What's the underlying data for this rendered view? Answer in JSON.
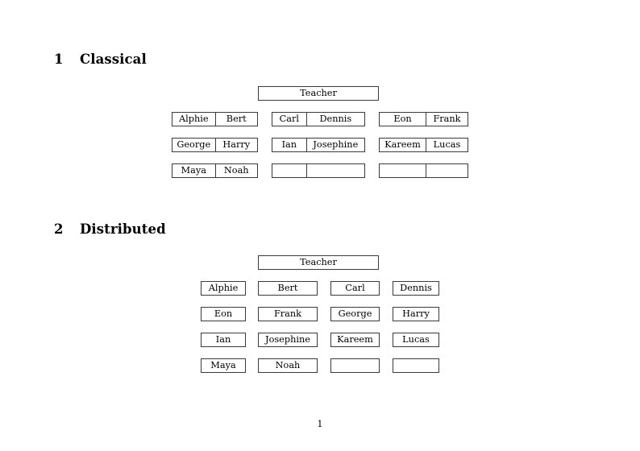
{
  "document": {
    "page_number": "1",
    "ink_color": "#000000",
    "border_color": "#3a3a3a",
    "background": "#ffffff"
  },
  "sections": [
    {
      "number": "1",
      "title": "Classical",
      "root_label": "Teacher",
      "layout": "paired-groups",
      "groups": [
        {
          "rows": [
            [
              "Alphie",
              "Bert"
            ],
            [
              "George",
              "Harry"
            ],
            [
              "Maya",
              "Noah"
            ]
          ]
        },
        {
          "rows": [
            [
              "Carl",
              "Dennis"
            ],
            [
              "Ian",
              "Josephine"
            ],
            [
              "",
              ""
            ]
          ]
        },
        {
          "rows": [
            [
              "Eon",
              "Frank"
            ],
            [
              "Kareem",
              "Lucas"
            ],
            [
              "",
              ""
            ]
          ]
        }
      ]
    },
    {
      "number": "2",
      "title": "Distributed",
      "root_label": "Teacher",
      "layout": "single-columns",
      "rows": [
        [
          "Alphie",
          "Bert",
          "Carl",
          "Dennis"
        ],
        [
          "Eon",
          "Frank",
          "George",
          "Harry"
        ],
        [
          "Ian",
          "Josephine",
          "Kareem",
          "Lucas"
        ],
        [
          "Maya",
          "Noah",
          "",
          ""
        ]
      ]
    }
  ]
}
